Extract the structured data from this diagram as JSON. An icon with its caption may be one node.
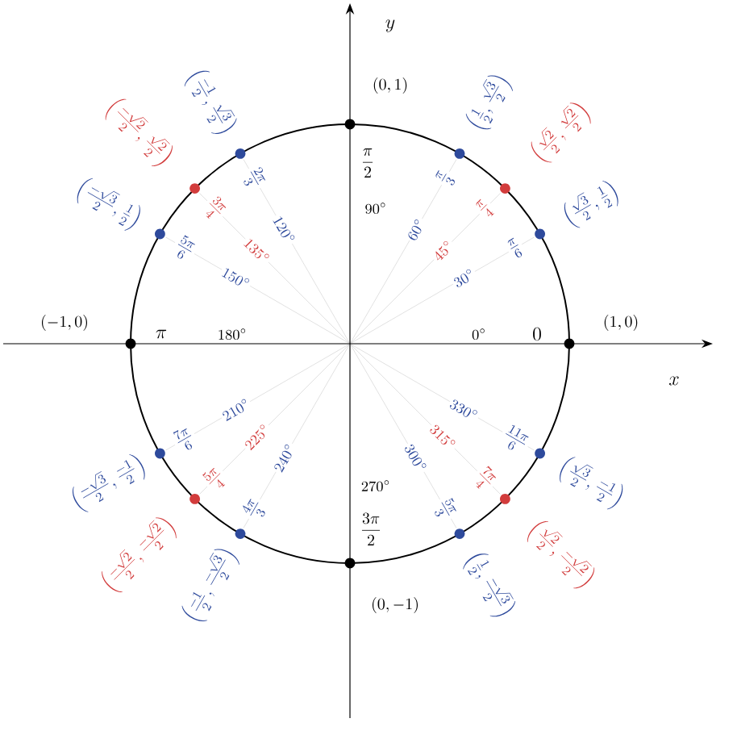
{
  "diagram": {
    "labels": [
      "(1,0)",
      "0",
      "0^\\circ",
      "\\left(\\frac{\\sqrt{3}}{2},\\frac{1}{2}\\right)",
      "\\frac{\\pi}{6}",
      "30^\\circ",
      "\\left(\\frac{\\sqrt{2}}{2},\\frac{\\sqrt{2}}{2}\\right)",
      "\\frac{\\pi}{4}",
      "45^\\circ",
      "\\left(\\frac{1}{2},\\frac{\\sqrt{3}}{2}\\right)",
      "\\frac{\\pi}{3}",
      "60^\\circ",
      "(0,1)",
      "\\frac{\\pi}{2}",
      "90^\\circ",
      "\\left(\\frac{-1}{2},\\frac{\\sqrt{3}}{2}\\right)",
      "\\frac{2\\pi}{3}",
      "120^\\circ",
      "\\left(\\frac{-\\sqrt{2}}{2},\\frac{\\sqrt{2}}{2}\\right)",
      "\\frac{3\\pi}{4}",
      "135^\\circ",
      "\\left(\\frac{-\\sqrt{3}}{2},\\frac{1}{2}\\right)",
      "\\frac{5\\pi}{6}",
      "150^\\circ",
      "(-1,0)",
      "\\pi",
      "180^\\circ",
      "\\left(\\frac{-\\sqrt{3}}{2},\\frac{-1}{2}\\right)",
      "\\frac{7\\pi}{6}",
      "210^\\circ",
      "\\left(\\frac{-\\sqrt{2}}{2},\\frac{-\\sqrt{2}}{2}\\right)",
      "\\frac{5\\pi}{4}",
      "225^\\circ",
      "\\left(\\frac{-1}{2},\\frac{-\\sqrt{3}}{2}\\right)",
      "\\frac{4\\pi}{3}",
      "240^\\circ",
      "(0,-1)",
      "\\frac{3\\pi}{2}",
      "270^\\circ",
      "\\left(\\frac{1}{2},\\frac{-\\sqrt{3}}{2}\\right)",
      "\\frac{5\\pi}{3}",
      "300^\\circ",
      "\\left(\\frac{\\sqrt{2}}{2},\\frac{-\\sqrt{2}}{2}\\right)",
      "\\frac{7\\pi}{4}",
      "315^\\circ",
      "\\left(\\frac{\\sqrt{3}}{2},\\frac{-1}{2}\\right)",
      "\\frac{11\\pi}{6}",
      "330^\\circ",
      "x",
      "y"
    ]
  }
}
